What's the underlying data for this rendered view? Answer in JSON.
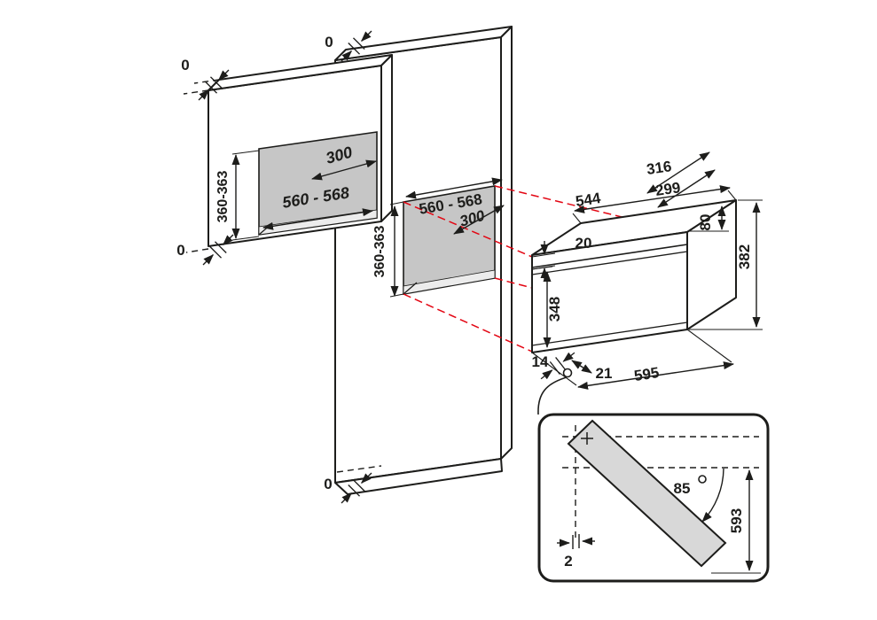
{
  "diagram": {
    "colors": {
      "outline": "#1d1d1b",
      "projection_line": "#e30613",
      "niche_fill": "#c6c6c6",
      "shelf_fill": "#ececec",
      "door_fill": "#d8d8d8"
    },
    "wall_unit": {
      "flush_top": "0",
      "flush_bottom": "0",
      "niche_depth": "300",
      "niche_width": "560 - 568",
      "niche_height": "360-363"
    },
    "tall_unit": {
      "flush_top": "0",
      "flush_bottom": "0",
      "niche_width": "560 - 568",
      "niche_depth": "300",
      "niche_height": "360-363"
    },
    "oven": {
      "body_width": "544",
      "depth_with_door": "316",
      "depth_body": "299",
      "top_frame_height": "20",
      "rear_panel_height": "80",
      "overall_height": "382",
      "door_height": "348",
      "hinge_offset": "14",
      "bottom_recess": "21",
      "overall_width": "595"
    },
    "door_detail": {
      "opening_angle": "85",
      "door_projection": "593",
      "side_gap": "2"
    }
  }
}
